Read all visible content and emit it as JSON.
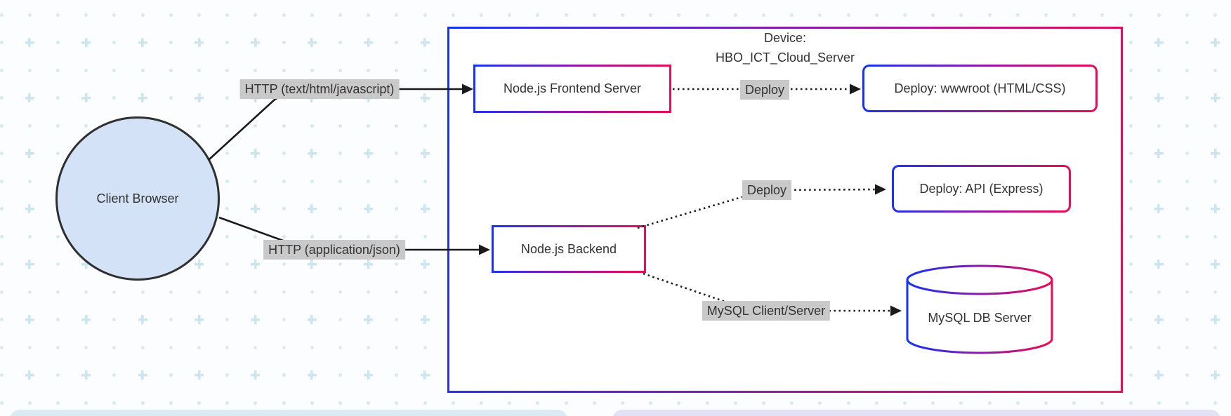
{
  "diagram": {
    "client": {
      "label": "Client Browser",
      "fill": "#d3e2f6",
      "border_color": "#2f2f2f"
    },
    "cluster": {
      "title_line1": "Device:",
      "title_line2": "HBO_ICT_Cloud_Server"
    },
    "nodes": [
      {
        "id": "frontend",
        "label": "Node.js Frontend Server",
        "shape": "rect"
      },
      {
        "id": "backend",
        "label": "Node.js Backend",
        "shape": "rect"
      },
      {
        "id": "wwwroot",
        "label": "Deploy: wwwroot (HTML/CSS)",
        "shape": "rounded-rect"
      },
      {
        "id": "api",
        "label": "Deploy: API (Express)",
        "shape": "rounded-rect"
      },
      {
        "id": "mysql",
        "label": "MySQL DB Server",
        "shape": "cylinder"
      }
    ],
    "edges": [
      {
        "from": "client",
        "to": "frontend",
        "label": "HTTP (text/html/javascript)",
        "style": "solid"
      },
      {
        "from": "client",
        "to": "backend",
        "label": "HTTP (application/json)",
        "style": "solid"
      },
      {
        "from": "frontend",
        "to": "wwwroot",
        "label": "Deploy",
        "style": "dotted"
      },
      {
        "from": "backend",
        "to": "api",
        "label": "Deploy",
        "style": "dotted"
      },
      {
        "from": "backend",
        "to": "mysql",
        "label": "MySQL Client/Server",
        "style": "dotted"
      }
    ],
    "colors": {
      "gradient_start": "#1434f0",
      "gradient_mid": "#8a1ba8",
      "gradient_end": "#ec0c53",
      "edge_label_bg": "#c9c9c9",
      "line": "#1a1a1a",
      "text": "#333333",
      "pattern_dot": "#d9e9f1",
      "pattern_plus": "#cde5ee",
      "bottom_card_left": "#dcebf3",
      "bottom_card_right": "#e2e2f4"
    }
  }
}
